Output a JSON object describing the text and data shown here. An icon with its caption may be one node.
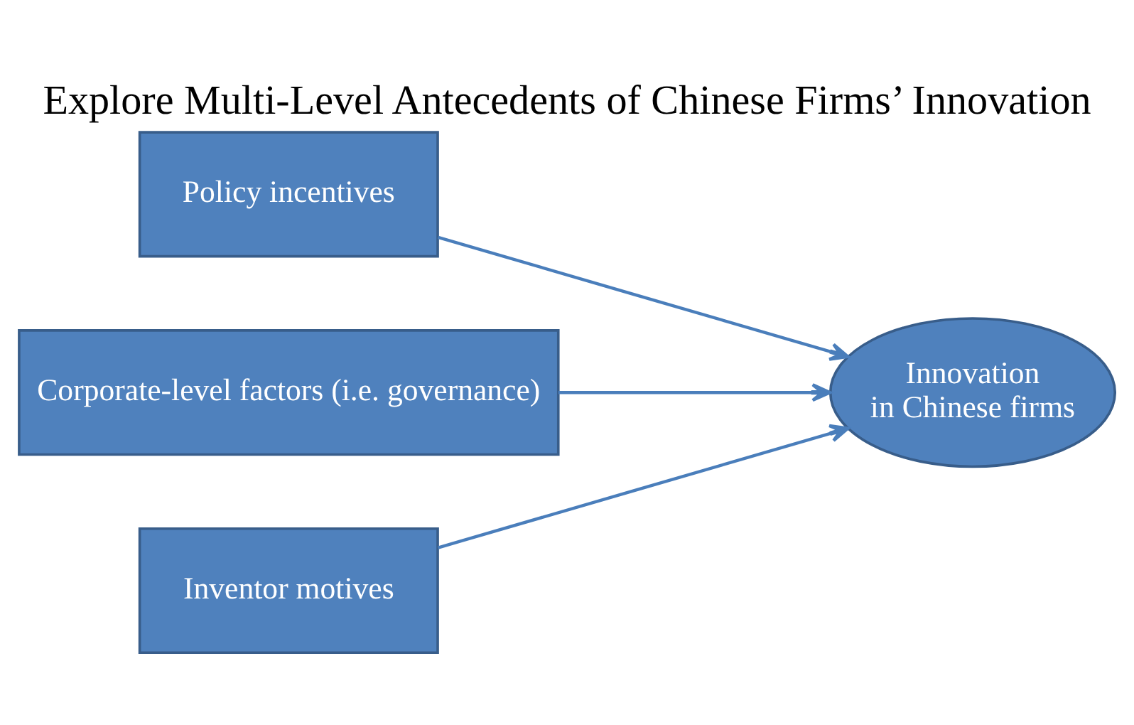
{
  "diagram": {
    "title": "Explore Multi-Level Antecedents of Chinese Firms’ Innovation",
    "nodes": [
      {
        "text": [
          "Policy incentives"
        ]
      },
      {
        "text": [
          "Corporate-level factors (i.e. governance)"
        ]
      },
      {
        "text": [
          "Inventor motives"
        ]
      },
      {
        "text": [
          "Innovation in Chinese firms"
        ]
      }
    ],
    "edges": [
      {
        "from": 0,
        "to": 3,
        "arrow": "to"
      },
      {
        "from": 1,
        "to": 3,
        "arrow": "to"
      },
      {
        "from": 2,
        "to": 3,
        "arrow": "to"
      }
    ]
  }
}
